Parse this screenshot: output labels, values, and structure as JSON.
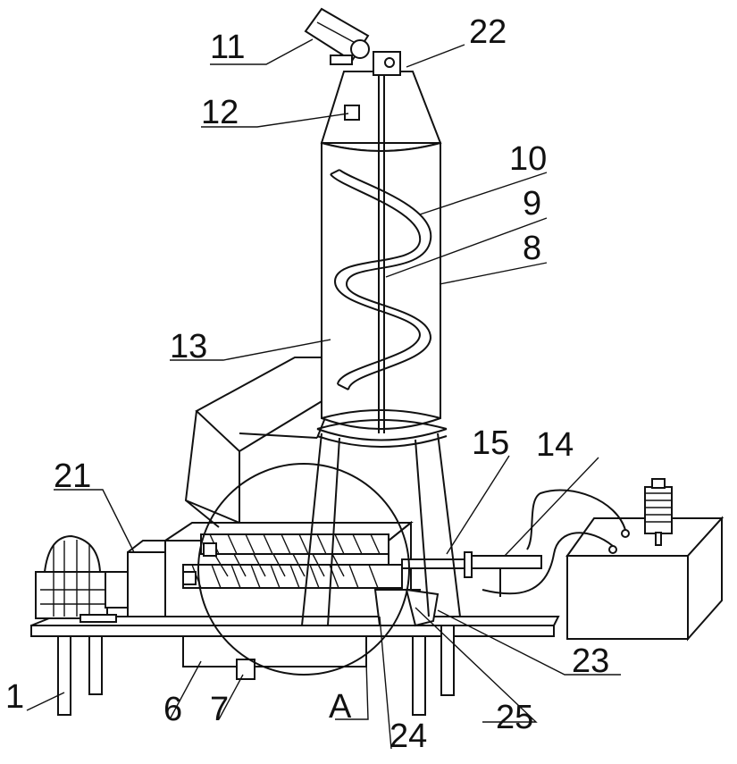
{
  "figure": {
    "labels": [
      "1",
      "6",
      "7",
      "8",
      "9",
      "10",
      "11",
      "12",
      "13",
      "14",
      "15",
      "21",
      "22",
      "23",
      "24",
      "25",
      "A"
    ]
  }
}
